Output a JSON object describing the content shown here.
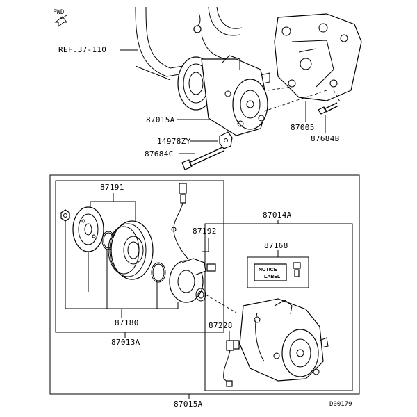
{
  "fwd_label": "FWD",
  "labels": {
    "ref": "REF.37-110",
    "p87015A_top": "87015A",
    "p87005": "87005",
    "p87684B": "87684B",
    "p14978ZY": "14978ZY",
    "p87684C": "87684C",
    "p87191": "87191",
    "p87192": "87192",
    "p87180": "87180",
    "p87013A": "87013A",
    "p87014A": "87014A",
    "p87168": "87168",
    "p87228": "87228",
    "p87015A_bottom": "87015A",
    "diagram_code": "D00179"
  },
  "notice_label": {
    "line1": "NOTICE",
    "line2": "LABEL"
  }
}
